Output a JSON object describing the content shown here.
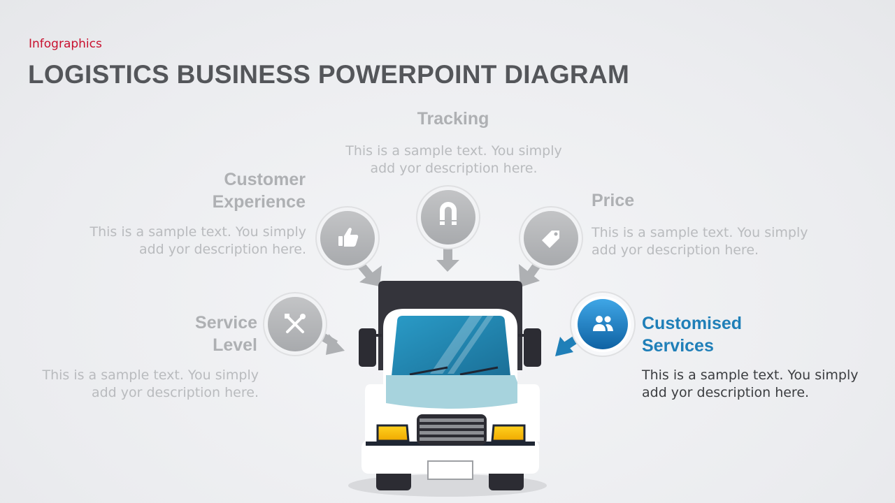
{
  "header": {
    "kicker": "Infographics",
    "title": "LOGISTICS BUSINESS POWERPOINT DIAGRAM"
  },
  "items": {
    "tracking": {
      "title": "Tracking",
      "line1": "This is a sample text. You simply",
      "line2": "add yor description here.",
      "icon": "magnet-icon"
    },
    "customer_experience": {
      "title_line1": "Customer",
      "title_line2": "Experience",
      "line1": "This is a sample text. You simply",
      "line2": "add yor description here.",
      "icon": "thumbs-up-icon"
    },
    "price": {
      "title": "Price",
      "line1": "This is a sample text. You simply",
      "line2": "add yor description here.",
      "icon": "price-tag-icon"
    },
    "service_level": {
      "title_line1": "Service",
      "title_line2": "Level",
      "line1": "This is a sample text. You simply",
      "line2": "add yor description here.",
      "icon": "tools-icon"
    },
    "customised_services": {
      "title_line1": "Customised",
      "title_line2": "Services",
      "line1": "This is a sample text. You simply",
      "line2": "add yor description here.",
      "icon": "users-icon"
    }
  },
  "colors": {
    "accent": "#c8102e",
    "active": "#1f7fb8",
    "inactive": "#aeb0b3",
    "title": "#54565a"
  }
}
